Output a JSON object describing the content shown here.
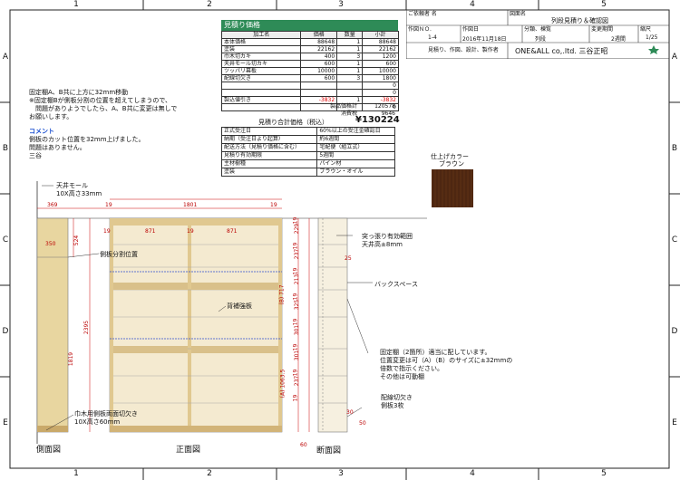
{
  "grid": {
    "columns": [
      "1",
      "2",
      "3",
      "4",
      "5"
    ],
    "rows": [
      "A",
      "B",
      "C",
      "D",
      "E"
    ]
  },
  "estimate": {
    "title": "見積り価格",
    "headers": [
      "加工名",
      "価格",
      "数量",
      "小計"
    ],
    "rows": [
      {
        "name": "本体価格",
        "price": "88648",
        "qty": "1",
        "subtotal": "88648"
      },
      {
        "name": "塗装",
        "price": "22162",
        "qty": "1",
        "subtotal": "22162"
      },
      {
        "name": "巾木切カキ",
        "price": "400",
        "qty": "3",
        "subtotal": "1200"
      },
      {
        "name": "天井モール切カキ",
        "price": "600",
        "qty": "1",
        "subtotal": "600"
      },
      {
        "name": "ツッパリ幕板",
        "price": "10000",
        "qty": "1",
        "subtotal": "10000"
      },
      {
        "name": "配線切欠き",
        "price": "600",
        "qty": "3",
        "subtotal": "1800"
      },
      {
        "name": "",
        "price": "",
        "qty": "",
        "subtotal": "0"
      },
      {
        "name": "",
        "price": "",
        "qty": "",
        "subtotal": "0"
      },
      {
        "name": "製込値引き",
        "price": "-3832",
        "qty": "1",
        "subtotal": "-3832"
      },
      {
        "name": "",
        "price": "",
        "qty": "",
        "subtotal": "0"
      }
    ],
    "product_total_label": "製品価格計",
    "product_total": "120578",
    "tax_label": "消費税",
    "tax": "9646",
    "grand_label": "見積り合計価格（税込）",
    "grand_total": "¥130224"
  },
  "info": [
    {
      "k": "正式受注日",
      "v": "60%以上の受注金確認日"
    },
    {
      "k": "納期（受注日より起算）",
      "v": "約6週間"
    },
    {
      "k": "配送方法（見積り価格に含む）",
      "v": "宅配便（組立式）"
    },
    {
      "k": "見積り有効期限",
      "v": "5週間"
    },
    {
      "k": "主材樹種",
      "v": "パイン材"
    },
    {
      "k": "塗装",
      "v": "ブラウン・オイル"
    }
  ],
  "title_block": {
    "customer_label": "ご依頼者 名",
    "drawing_label": "図面名",
    "drawing_name": "列段見積り＆確認図",
    "no_label": "作図ＮＯ.",
    "no": "1-4",
    "date_label": "作図日",
    "date": "2016年11月18日",
    "class_label": "分類、棟覧",
    "class": "列段",
    "period_label": "変更期間",
    "period": "2週間",
    "scale_label": "縮尺",
    "scale": "1/25",
    "maker_label": "見積り、作図、設計、製作者",
    "maker": "ONE&ALL co,.ltd. 三谷正昭"
  },
  "notes": {
    "n1": "固定棚A、B共に上方に32mm移動",
    "n2": "※固定棚Bが側板分割の位置を超えてしまうので、",
    "n3": "　問題がありようでしたら、A、B共に変更は無しで",
    "n4": "お願いします。",
    "comment_label": "コメント",
    "c1": "側板のカット位置を32mm上げました。",
    "c2": "問題はありません。",
    "c3": "三谷"
  },
  "finish": {
    "label1": "仕上げカラー",
    "label2": "ブラウン",
    "color": "#5a2f14"
  },
  "labels": {
    "tenjo_mold": "天井モール",
    "tenjo_mold_size": "10X高さ33mm",
    "sokuban_split": "側板分割位置",
    "haikei": "背補強板",
    "tsuppari": "突っ張り有効範囲",
    "tsuppari2": "天井高±8mm",
    "back_space": "バックスペース",
    "kotei1": "固定棚（2箇所）適当に配しています。",
    "kotei2": "位置変更は可（A）（B）のサイズに±32mmの",
    "kotei3": "倍数で指示ください。",
    "kotei4": "その他は可動棚",
    "haisen1": "配線切欠き",
    "haisen2": "側板3枚",
    "habaki1": "巾木用側板両面切欠き",
    "habaki2": "10X高さ60mm",
    "side_view": "側面図",
    "front_view": "正面図",
    "section_view": "断面図"
  },
  "dims": {
    "d369": "369",
    "d19a": "19",
    "d1801": "1801",
    "d19b": "19",
    "d871a": "871",
    "d19c": "19",
    "d871b": "871",
    "d19d": "19",
    "d350": "350",
    "d524": "524",
    "d2395": "2395",
    "d1819": "1819",
    "d717": "(B) 717",
    "d1063": "(A) 1063.5",
    "d25": "25",
    "d30": "30",
    "d50": "50",
    "d60": "60",
    "dv": [
      "19",
      "229",
      "19",
      "237",
      "19",
      "213",
      "19",
      "325",
      "19",
      "301",
      "19",
      "301",
      "19",
      "237",
      "19"
    ]
  }
}
